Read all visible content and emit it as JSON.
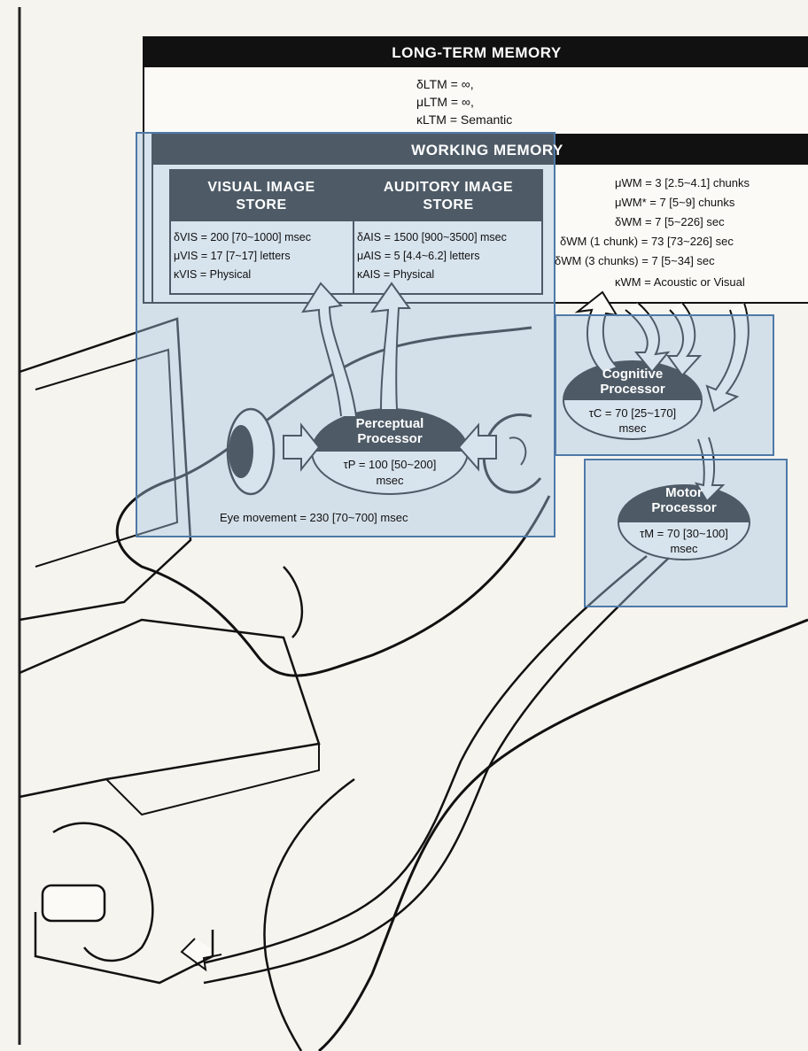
{
  "long_term_memory": {
    "title": "LONG-TERM MEMORY",
    "params": [
      "δLTM = ∞,",
      "μLTM = ∞,",
      "κLTM = Semantic"
    ]
  },
  "working_memory": {
    "title": "WORKING MEMORY",
    "visual_store": {
      "title_line1": "VISUAL IMAGE",
      "title_line2": "STORE",
      "params": [
        "δVIS = 200 [70~1000] msec",
        "μVIS = 17 [7~17] letters",
        "κVIS = Physical"
      ]
    },
    "auditory_store": {
      "title_line1": "AUDITORY IMAGE",
      "title_line2": "STORE",
      "params": [
        "δAIS = 1500 [900~3500] msec",
        "μAIS = 5 [4.4~6.2] letters",
        "κAIS = Physical"
      ]
    },
    "params": [
      "μWM = 3 [2.5~4.1] chunks",
      "μWM* = 7 [5~9] chunks",
      "δWM = 7 [5~226] sec",
      "δWM (1 chunk) = 73 [73~226] sec",
      "δWM (3 chunks) = 7 [5~34] sec",
      "κWM = Acoustic or Visual"
    ]
  },
  "perceptual_processor": {
    "name_line1": "Perceptual",
    "name_line2": "Processor",
    "param": "τP = 100 [50~200]",
    "unit": "msec"
  },
  "cognitive_processor": {
    "name_line1": "Cognitive",
    "name_line2": "Processor",
    "param": "τC = 70 [25~170]",
    "unit": "msec"
  },
  "motor_processor": {
    "name_line1": "Motor",
    "name_line2": "Processor",
    "param": "τM = 70 [30~100]",
    "unit": "msec"
  },
  "eye_movement": "Eye movement = 230 [70~700] msec",
  "colors": {
    "header_fill": "#111111",
    "highlight_fill": "#a4c4e0",
    "highlight_border": "#4f79a8",
    "paper": "#f6f4ef"
  }
}
